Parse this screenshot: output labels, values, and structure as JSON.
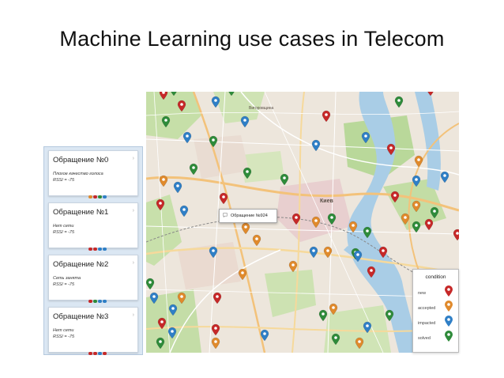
{
  "slide": {
    "title": "Machine Learning use cases in Telecom"
  },
  "colors": {
    "new": "#c62828",
    "accepted": "#e08a2c",
    "impacted": "#2f7fc6",
    "solved": "#2e8b3a"
  },
  "requests": [
    {
      "title": "Обращение №0",
      "desc": "Плохое качество голоса",
      "rssi": "RSSI = -75"
    },
    {
      "title": "Обращение №1",
      "desc": "Нет сети",
      "rssi": "RSSI = -75"
    },
    {
      "title": "Обращение №2",
      "desc": "Сеть занята",
      "rssi": "RSSI = -75"
    },
    {
      "title": "Обращение №3",
      "desc": "Нет сети",
      "rssi": "RSSI = -75"
    }
  ],
  "popup": {
    "text": "Обращение №924",
    "icon": "chat-icon"
  },
  "legend": {
    "title": "condition",
    "items": [
      {
        "label": "new",
        "color": "#c62828",
        "icon": "map-marker-icon"
      },
      {
        "label": "accepted",
        "color": "#e08a2c",
        "icon": "map-marker-icon"
      },
      {
        "label": "impacted",
        "color": "#2f7fc6",
        "icon": "map-marker-icon"
      },
      {
        "label": "solved",
        "color": "#2e8b3a",
        "icon": "map-marker-icon"
      }
    ]
  },
  "map_labels": [
    "Киев",
    "Вигоровщина"
  ]
}
